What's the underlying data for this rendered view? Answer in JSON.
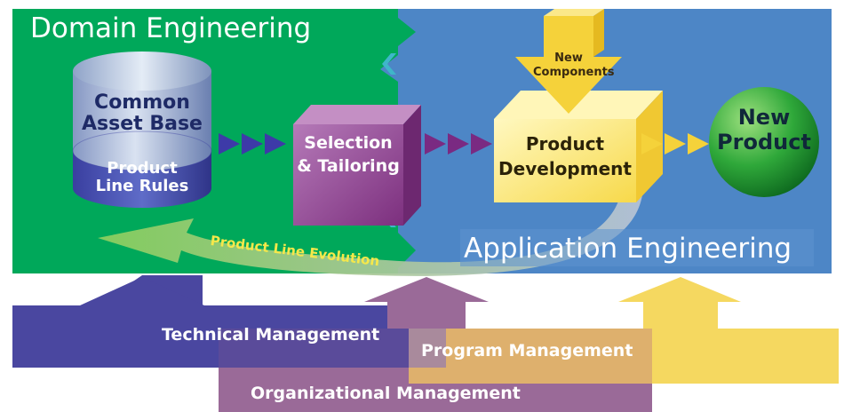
{
  "domain_engineering": {
    "title": "Domain Engineering",
    "color": "#00a85a"
  },
  "application_engineering": {
    "title": "Application Engineering",
    "color": "#4d86c6"
  },
  "asset_base": {
    "label_line1": "Common",
    "label_line2": "Asset Base",
    "rules_line1": "Product",
    "rules_line2": "Line Rules"
  },
  "selection": {
    "line1": "Selection",
    "line2": "& Tailoring"
  },
  "new_components": {
    "line1": "New",
    "line2": "Components"
  },
  "product_development": {
    "line1": "Product",
    "line2": "Development"
  },
  "new_product": {
    "line1": "New",
    "line2": "Product"
  },
  "evolution": {
    "label": "Product Line Evolution"
  },
  "management": {
    "technical": "Technical Management",
    "program": "Program Management",
    "organizational": "Organizational Management"
  }
}
